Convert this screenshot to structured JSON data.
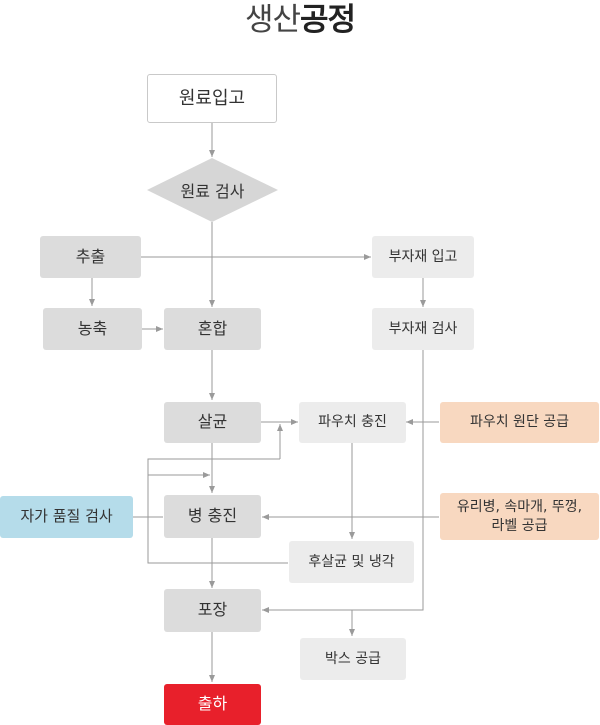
{
  "title": {
    "light": "생산",
    "bold": "공정"
  },
  "nodes": {
    "raw_receipt": "원료입고",
    "raw_inspection": "원료 검사",
    "extraction": "추출",
    "concentration": "농축",
    "mixing": "혼합",
    "sub_receipt": "부자재 입고",
    "sub_inspection": "부자재 검사",
    "sterilization": "살균",
    "pouch_filling": "파우치 충진",
    "pouch_supply": "파우치 원단 공급",
    "self_inspection": "자가 품질 검사",
    "bottle_filling": "병 충진",
    "bottle_supply_line1": "유리병, 속마개, 뚜껑,",
    "bottle_supply_line2": "라벨 공급",
    "post_sterilization": "후살균 및 냉각",
    "packaging": "포장",
    "box_supply": "박스 공급",
    "shipping": "출하"
  },
  "colors": {
    "line": "#9a9a9a",
    "shipping": "#e8202b",
    "supply": "#f8d8c0",
    "inspection": "#b5dcea"
  }
}
